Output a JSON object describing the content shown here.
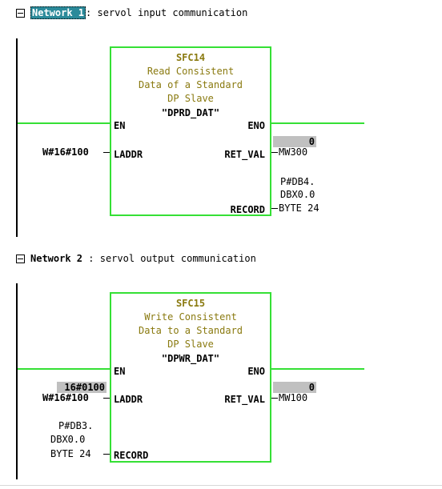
{
  "networks": [
    {
      "label": "Network 1",
      "separator": ":",
      "comment": "servol input communication",
      "block": {
        "sfc": "SFC14",
        "title_lines": [
          "Read Consistent",
          "Data of a Standard",
          "DP Slave"
        ],
        "name": "\"DPRD_DAT\"",
        "en": "EN",
        "eno": "ENO",
        "pins_left": [
          {
            "pin": "LADDR",
            "value": "W#16#100"
          }
        ],
        "pins_right": [
          {
            "pin": "RET_VAL",
            "value": "MW300",
            "status": "0"
          },
          {
            "pin": "RECORD",
            "value_lines": [
              "P#DB4.",
              "DBX0.0",
              "BYTE 24"
            ]
          }
        ]
      }
    },
    {
      "label": "Network 2",
      "separator": ":",
      "comment": "servol output communication",
      "block": {
        "sfc": "SFC15",
        "title_lines": [
          "Write Consistent",
          "Data to a Standard",
          "DP Slave"
        ],
        "name": "\"DPWR_DAT\"",
        "en": "EN",
        "eno": "ENO",
        "pins_left": [
          {
            "pin": "LADDR",
            "value": "W#16#100",
            "status": "16#0100"
          },
          {
            "pin": "RECORD",
            "value_lines": [
              "P#DB3.",
              "DBX0.0",
              "BYTE 24"
            ]
          }
        ],
        "pins_right": [
          {
            "pin": "RET_VAL",
            "value": "MW100",
            "status": "0"
          }
        ]
      }
    }
  ],
  "colors": {
    "wire": "#35e035",
    "title_text": "#8a7a10",
    "selection": "#2b8a9a",
    "status_bg": "#c0c0c0"
  }
}
